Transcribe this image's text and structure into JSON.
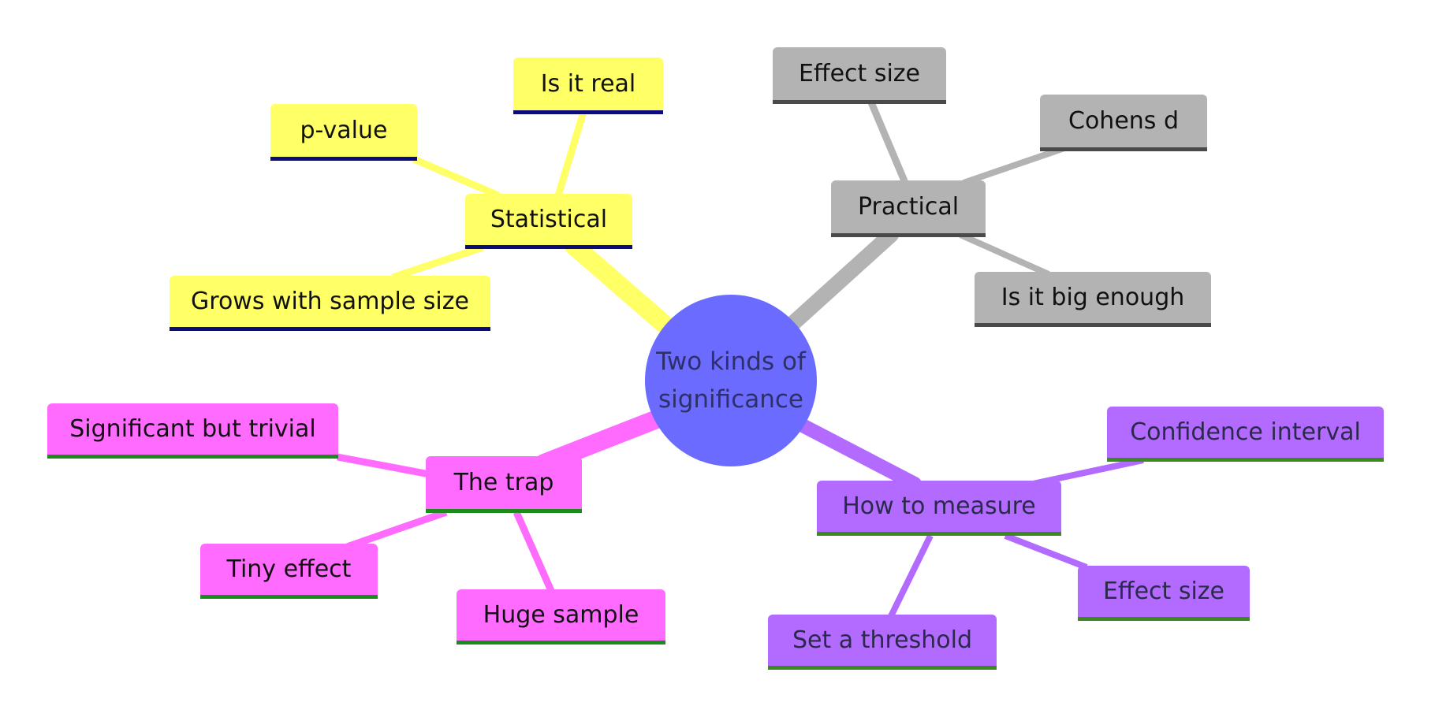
{
  "root": {
    "line1": "Two kinds of",
    "line2": "significance"
  },
  "branches": {
    "statistical": {
      "label": "Statistical",
      "color": "#ffff66",
      "children": [
        "p-value",
        "Is it real",
        "Grows with sample size"
      ]
    },
    "practical": {
      "label": "Practical",
      "color": "#b3b3b3",
      "children": [
        "Effect size",
        "Cohens d",
        "Is it big enough"
      ]
    },
    "trap": {
      "label": "The trap",
      "color": "#ff6bff",
      "children": [
        "Significant but trivial",
        "Tiny effect",
        "Huge sample"
      ]
    },
    "measure": {
      "label": "How to measure",
      "color": "#b36bff",
      "children": [
        "Confidence interval",
        "Effect size",
        "Set a threshold"
      ]
    }
  },
  "colors": {
    "root": "#6b6bff",
    "yellow_underline": "#0b0b7a",
    "gray_underline": "#4a4a4a",
    "green_underline": "#1d8a1d"
  }
}
